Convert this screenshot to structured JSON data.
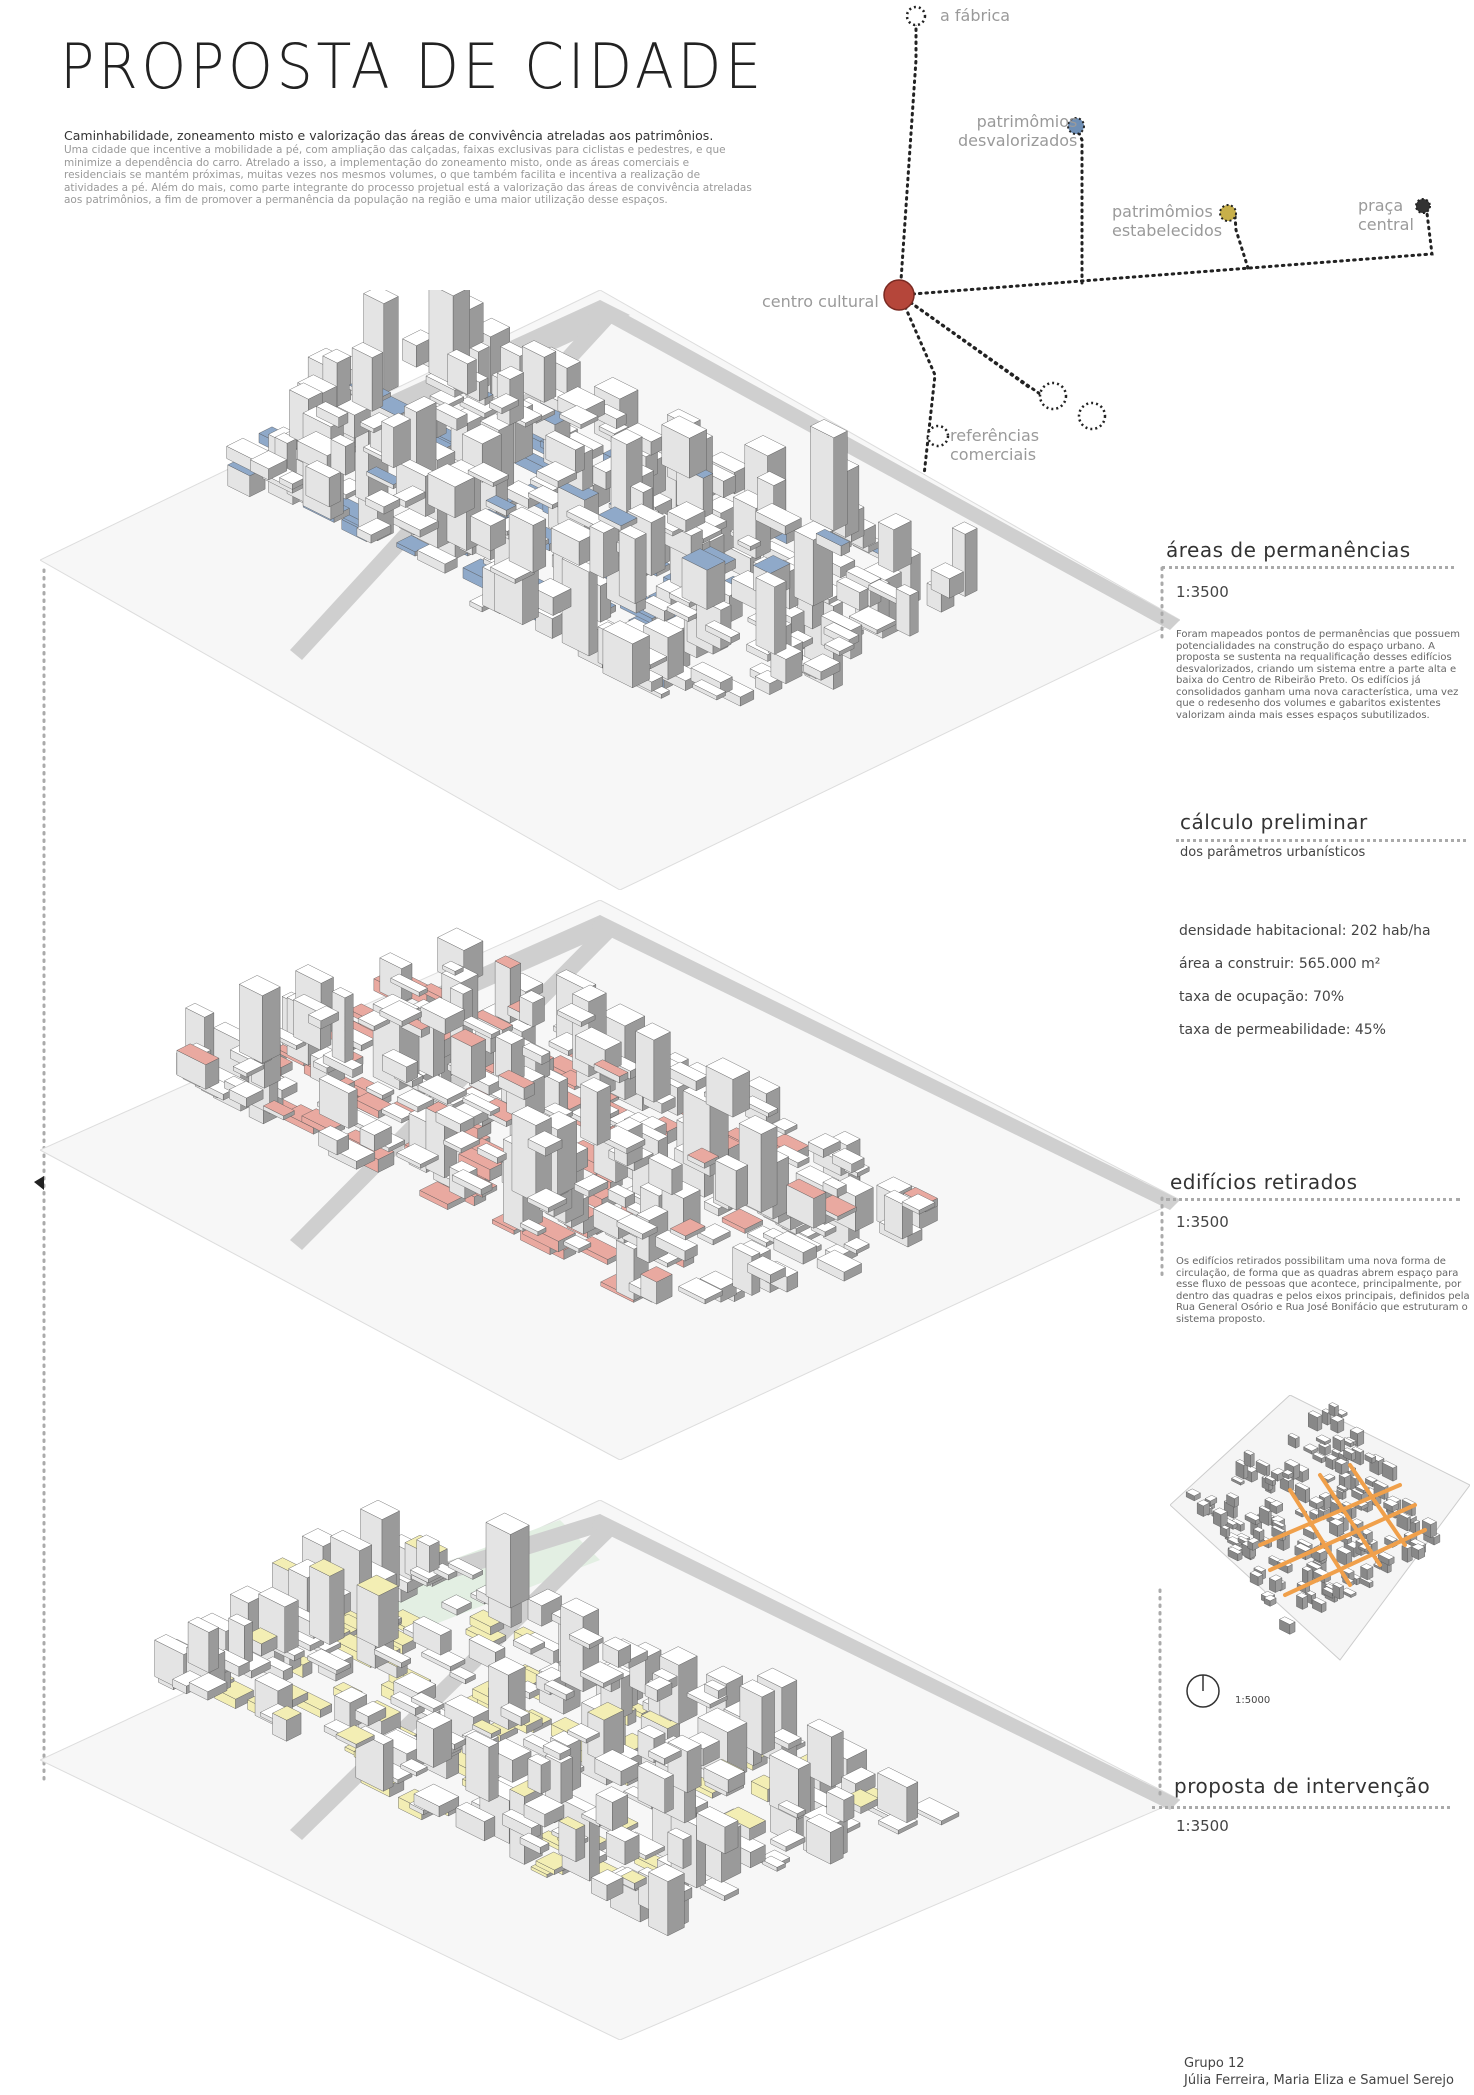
{
  "title": "PROPOSTA  DE  CIDADE",
  "intro": {
    "lead": "Caminhabilidade, zoneamento misto e valorização das áreas de convivência atreladas aos patrimônios.",
    "body": "Uma cidade que incentive a mobilidade a pé, com ampliação das calçadas, faixas exclusivas para ciclistas e pedestres, e que minimize a dependência do carro. Atrelado a isso, a implementação do zoneamento misto, onde as áreas comerciais e residenciais se mantém próximas, muitas vezes nos mesmos volumes, o que também facilita e incentiva a realização de atividades a pé. Além do mais, como parte integrante do processo projetual está a valorização das áreas de convivência atreladas aos patrimônios, a fim de promover a permanência da população na região e uma maior utilização desse espaços."
  },
  "network": {
    "fabrica": "a  fábrica",
    "patrimonios_desvalorizados": [
      "patrimômios",
      "desvalorizados"
    ],
    "patrimonios_estabelecidos": [
      "patrimômios",
      "estabelecidos"
    ],
    "praca_central": [
      "praça",
      "central"
    ],
    "centro_cultural": "centro  cultural",
    "referencias_comerciais": [
      "referências",
      "comerciais"
    ],
    "colors": {
      "centro": "#b5463a",
      "desvalorizados": "#6f8fb5",
      "estabelecidos": "#c8b04a",
      "praca": "#333333"
    }
  },
  "sections": {
    "permanencias": {
      "title": "áreas  de  permanências",
      "scale": "1:3500",
      "text": "Foram mapeados pontos de permanências que possuem potencialidades na construção do espaço urbano. A proposta se sustenta na requalificação desses edifícios desvalorizados, criando um sistema entre a parte alta e baixa do Centro de Ribeirão Preto. Os edifícios já consolidados ganham uma nova característica, uma vez que o redesenho dos volumes e gabaritos existentes valorizam ainda mais esses espaços subutilizados."
    },
    "calculo": {
      "title": "cálculo  preliminar",
      "subtitle": "dos  parâmetros  urbanísticos",
      "params": [
        "densidade  habitacional:  202  hab/ha",
        "área  a  construir:  565.000  m²",
        "taxa  de  ocupação:  70%",
        "taxa  de  permeabilidade:  45%"
      ]
    },
    "retirados": {
      "title": "edifícios  retirados",
      "scale": "1:3500",
      "text": "Os edifícios retirados possibilitam uma nova forma de circulação, de forma que as quadras abrem espaço para esse fluxo de pessoas que acontece, principalmente, por dentro das quadras e pelos eixos principais, definidos pela Rua General Osório e Rua José Bonifácio que estruturam o sistema proposto."
    },
    "mini_map_scale": "1:5000",
    "intervencao": {
      "title": "proposta  de  intervenção",
      "scale": "1:3500"
    }
  },
  "map_colors": {
    "permanencias": "#8fa9c9",
    "retirados": "#e9a9a0",
    "intervencao": "#f3eeb4",
    "greens": "#e3efe3",
    "paths": "#f0a04b"
  },
  "credits": {
    "grupo": "Grupo  12",
    "names": "Júlia  Ferreira,  Maria  Eliza  e  Samuel  Serejo"
  }
}
